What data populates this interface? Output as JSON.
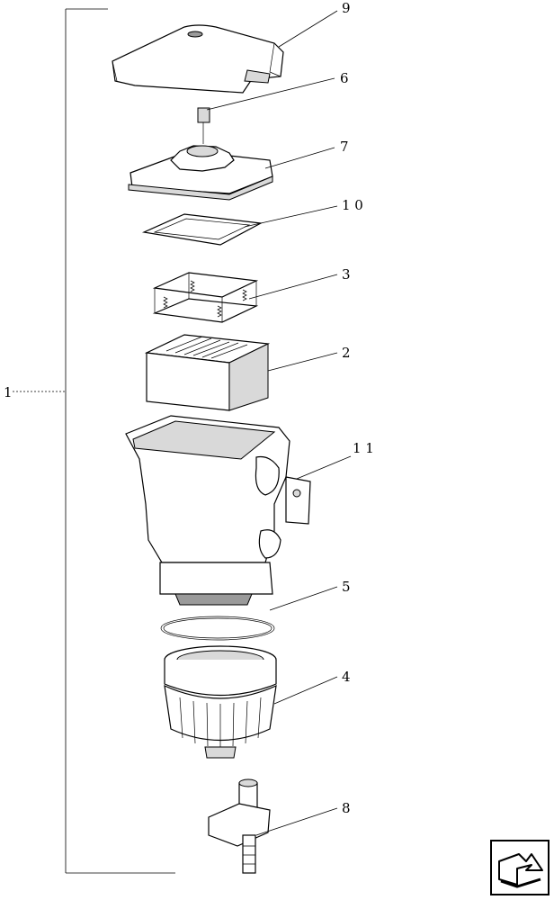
{
  "callouts": {
    "c1": "1",
    "c2": "2",
    "c3": "3",
    "c4": "4",
    "c5": "5",
    "c6": "6",
    "c7": "7",
    "c8": "8",
    "c9": "9",
    "c10": "1 0",
    "c11": "1 1"
  },
  "icons": {
    "nav": "next-page-arrow-icon"
  }
}
